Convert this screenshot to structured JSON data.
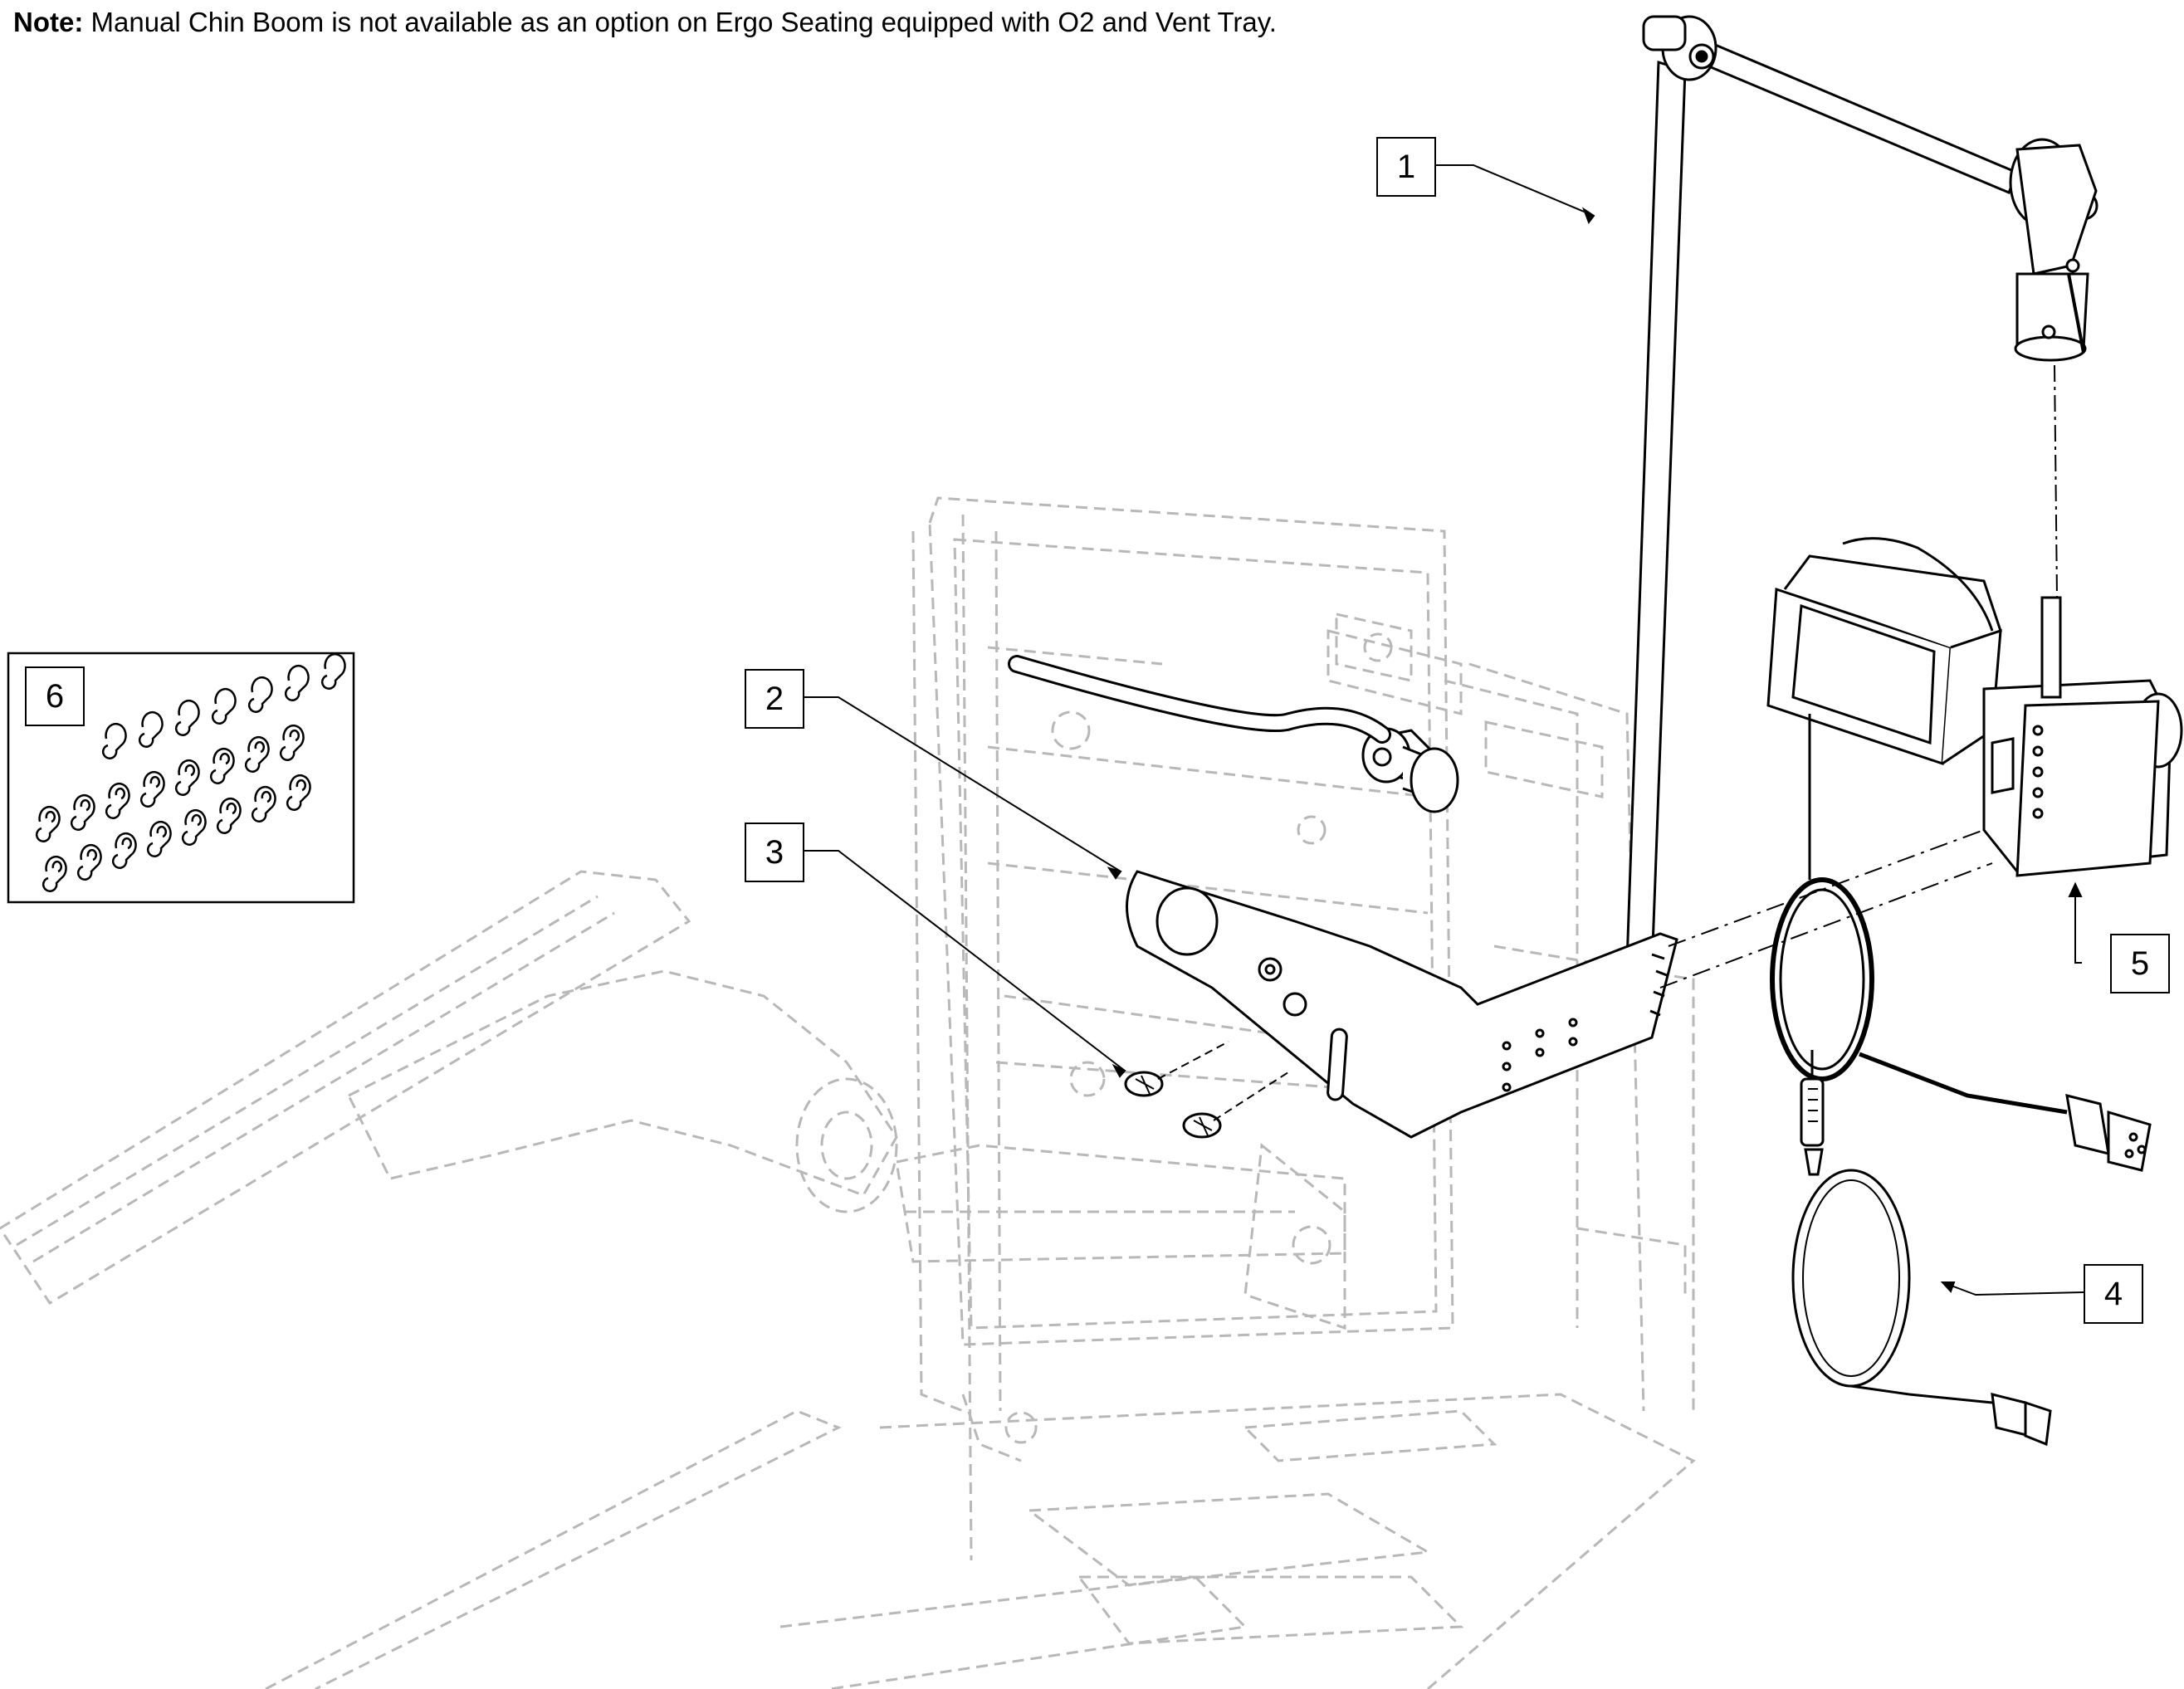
{
  "note": {
    "label": "Note:",
    "text": "Manual Chin Boom is not available as an option on Ergo Seating equipped with O2 and Vent Tray."
  },
  "callouts": {
    "c1": "1",
    "c2": "2",
    "c3": "3",
    "c4": "4",
    "c5": "5",
    "c6": "6"
  }
}
